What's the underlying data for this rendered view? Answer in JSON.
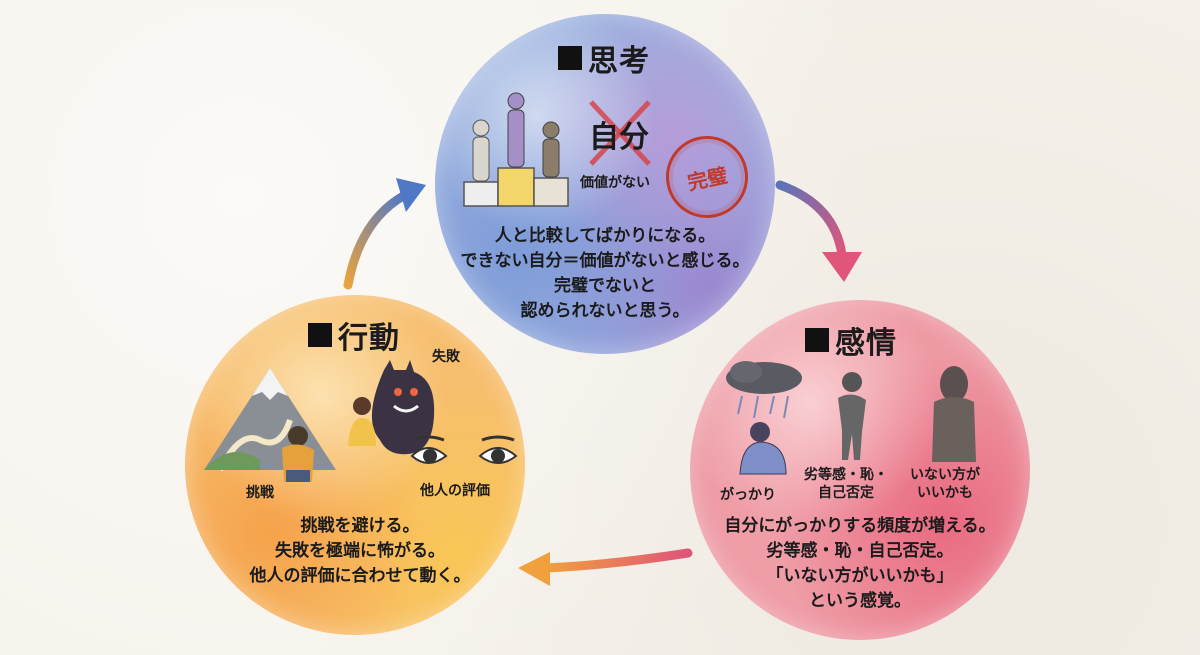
{
  "nodes": {
    "thinking": {
      "title": "思考",
      "self_label": "自分",
      "worthless_label": "価値がない",
      "stamp_text": "完璧",
      "lines": [
        "人と比較してばかりになる。",
        "できない自分＝価値がないと感じる。",
        "完璧でないと",
        "認められないと思う。"
      ]
    },
    "emotion": {
      "title": "感情",
      "label_disappointed": "がっかり",
      "label_inferiority": [
        "劣等感・恥・",
        "自己否定"
      ],
      "label_better_gone": [
        "いない方が",
        "いいかも"
      ],
      "lines": [
        "自分にがっかりする頻度が増える。",
        "劣等感・恥・自己否定。",
        "「いない方がいいかも」",
        "という感覚。"
      ]
    },
    "action": {
      "title": "行動",
      "label_failure": "失敗",
      "label_challenge": "挑戦",
      "label_others_eval": "他人の評価",
      "lines": [
        "挑戦を避ける。",
        "失敗を極端に怖がる。",
        "他人の評価に合わせて動く。"
      ]
    }
  },
  "colors": {
    "thinking": "#9ab1df",
    "emotion": "#ee9aa4",
    "action": "#f7be6e",
    "stamp": "#c0392b"
  }
}
